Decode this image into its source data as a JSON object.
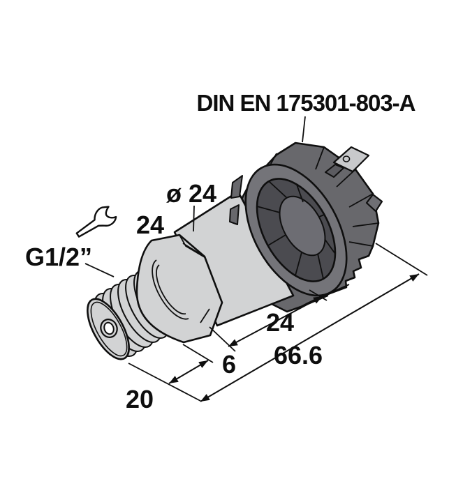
{
  "figure": {
    "type": "technical-drawing",
    "subject": "pressure transmitter with DIN plug connector, isometric side view",
    "standard_label": "DIN EN 175301-803-A",
    "labels": {
      "diameter": "ø 24",
      "wrench_size": "24",
      "process_connection": "G1/2”"
    },
    "dimensions": {
      "connector_section": "24",
      "overall_length": "66.6",
      "hex_length": "6",
      "thread_length": "20"
    },
    "icons": {
      "wrench": "wrench-icon"
    },
    "colors": {
      "background": "#ffffff",
      "metal_body": "#d2d3d4",
      "connector_housing": "#6e6e71",
      "connector_ring": "#747479",
      "connector_recess": "#4b4b50",
      "terminal_blade": "#c8c9cb",
      "outline": "#0f0f0f"
    }
  }
}
